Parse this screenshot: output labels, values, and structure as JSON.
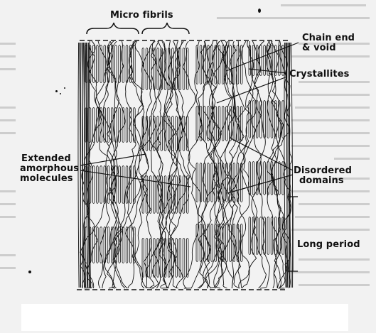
{
  "figure": {
    "labels": {
      "micro_fibrils": "Micro fibrils",
      "chain_end_void_line1": "Chain end",
      "chain_end_void_line2": "& void",
      "crystallites": "Crystallites",
      "extended_line1": "Extended",
      "extended_line2": "amorphous",
      "extended_line3": "molecules",
      "disordered_line1": "Disordered",
      "disordered_line2": "domains",
      "long_period": "Long period"
    }
  },
  "colors": {
    "ink": "#111111",
    "paper": "#f2f2f2",
    "faded_text": "#c8c8c8",
    "white_strip": "#ffffff"
  }
}
